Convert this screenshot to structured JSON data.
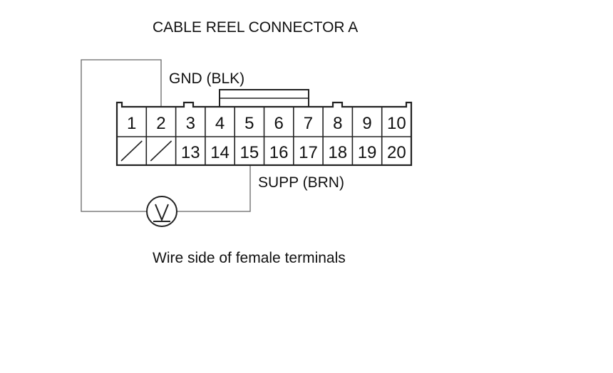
{
  "title": "CABLE REEL CONNECTOR A",
  "connector": {
    "top_row": [
      "1",
      "2",
      "3",
      "4",
      "5",
      "6",
      "7",
      "8",
      "9",
      "10"
    ],
    "bottom_row": [
      "",
      "",
      "13",
      "14",
      "15",
      "16",
      "17",
      "18",
      "19",
      "20"
    ],
    "unused_cavities": [
      "bottom-1",
      "bottom-2"
    ]
  },
  "labels": {
    "gnd": "GND (BLK)",
    "supp": "SUPP (BRN)"
  },
  "meter": {
    "symbol": "V",
    "probe_a_terminal": "2",
    "probe_b_terminal": "15"
  },
  "caption": "Wire side of female terminals"
}
